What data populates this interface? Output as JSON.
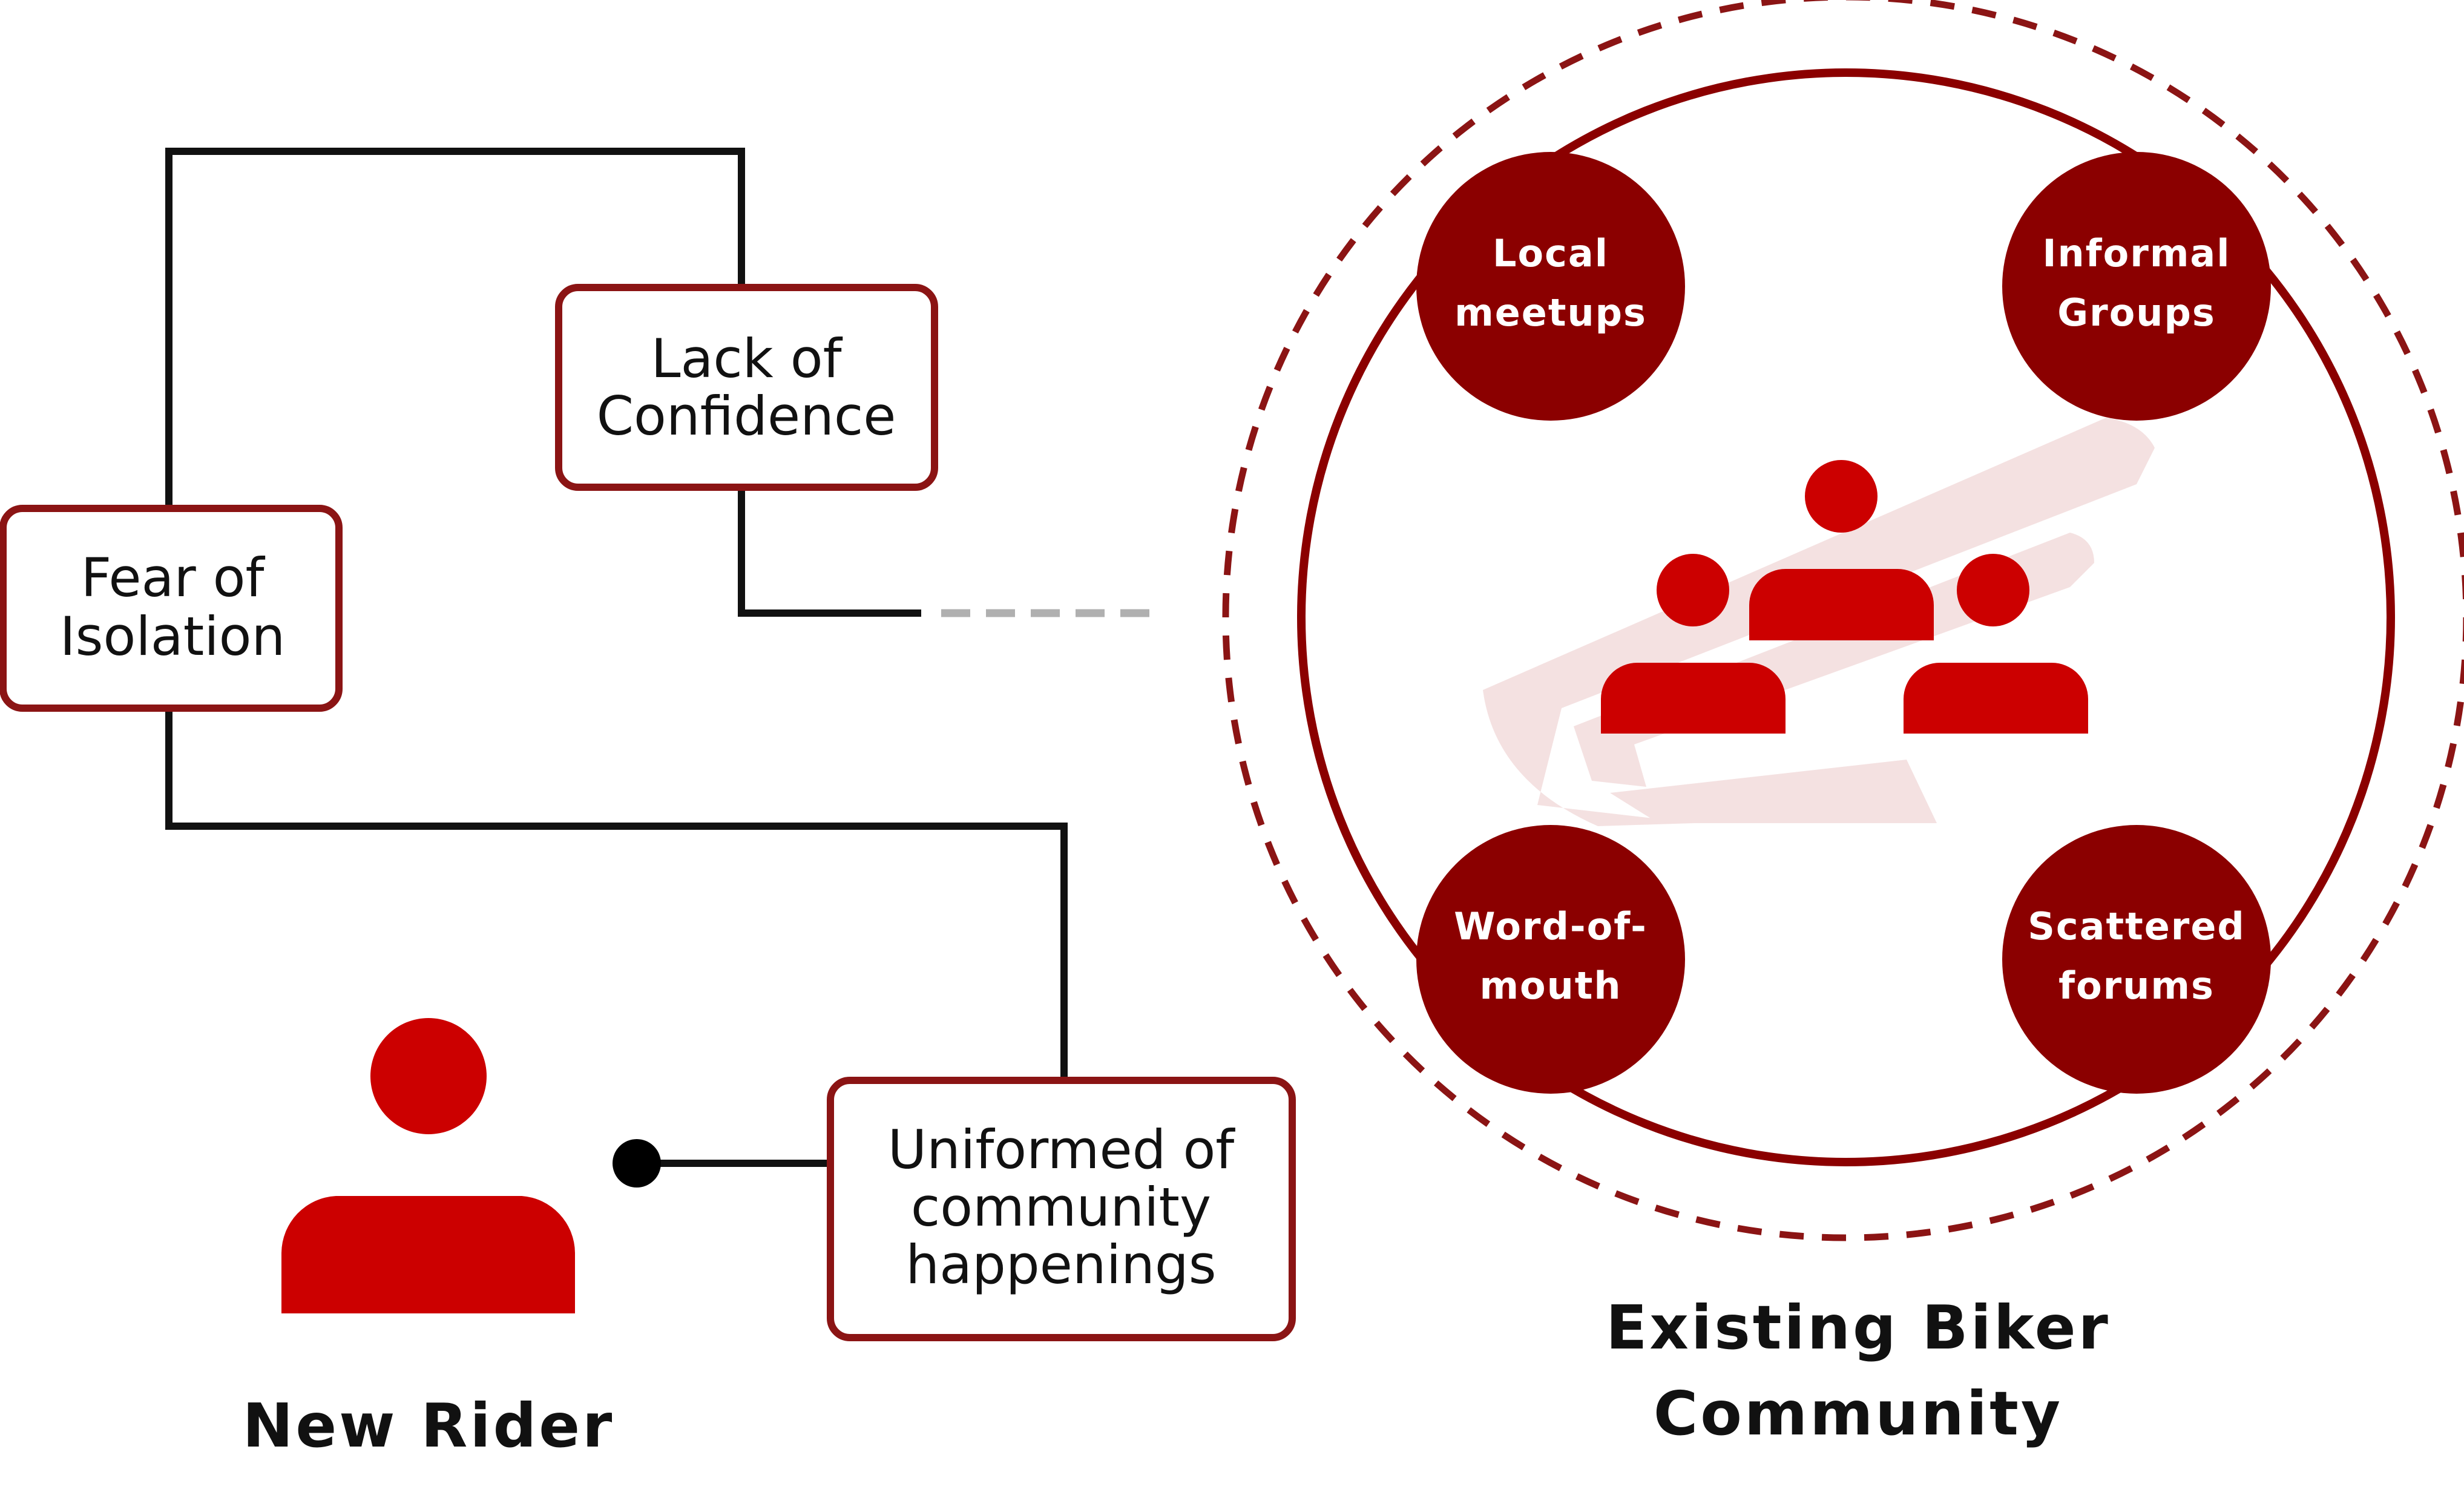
{
  "colors": {
    "accent": "#CC0000",
    "dark_red": "#8B0000",
    "box_border": "#8B1414",
    "line": "#111111",
    "dash_gray": "#B0B0B0",
    "wing": "#F4E1E1"
  },
  "boxes": {
    "lack_of_confidence": [
      "Lack of",
      "Confidence"
    ],
    "fear_of_isolation": [
      "Fear of",
      "Isolation"
    ],
    "uninformed": [
      "Uniformed of",
      "community",
      "happenings"
    ]
  },
  "new_rider": {
    "label": "New Rider",
    "icon": "person-icon"
  },
  "community": {
    "label": [
      "Existing Biker",
      "Community"
    ],
    "icon": "group-icon",
    "nodes": {
      "local_meetups": [
        "Local",
        "meetups"
      ],
      "informal_groups": [
        "Informal",
        "Groups"
      ],
      "word_of_mouth": [
        "Word-of-",
        "mouth"
      ],
      "scattered_forums": [
        "Scattered",
        "forums"
      ]
    }
  }
}
